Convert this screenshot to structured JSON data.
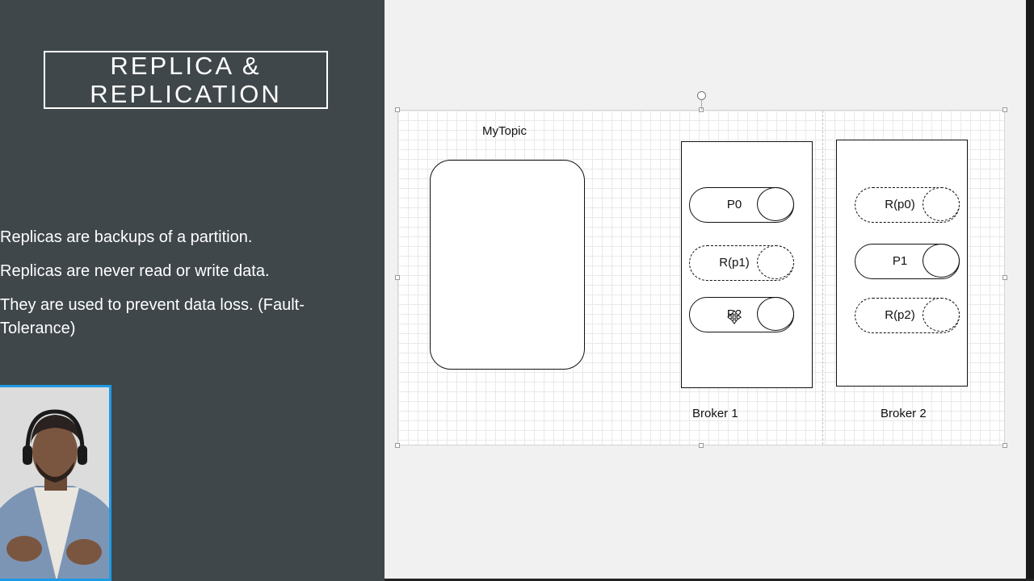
{
  "slide": {
    "title_line1": "REPLICA &",
    "title_line2": "REPLICATION",
    "bullets": [
      "Replicas are backups of a partition.",
      "Replicas are never read or write data.",
      "They are used to prevent data loss. (Fault-Tolerance)"
    ]
  },
  "diagram": {
    "topic_label": "MyTopic",
    "brokers": [
      {
        "label": "Broker 1",
        "partitions": [
          {
            "label": "P0",
            "style": "solid"
          },
          {
            "label": "R(p1)",
            "style": "dashed"
          },
          {
            "label": "P2",
            "style": "solid"
          }
        ]
      },
      {
        "label": "Broker 2",
        "partitions": [
          {
            "label": "R(p0)",
            "style": "dashed"
          },
          {
            "label": "P1",
            "style": "solid"
          },
          {
            "label": "R(p2)",
            "style": "dashed"
          }
        ]
      }
    ]
  },
  "colors": {
    "slide_background": "#3f474b",
    "canvas_background": "#ffffff",
    "webcam_border": "#1e9be5"
  },
  "icons": {
    "rotate": "rotate-handle-icon",
    "cursor": "move-cursor-icon"
  }
}
